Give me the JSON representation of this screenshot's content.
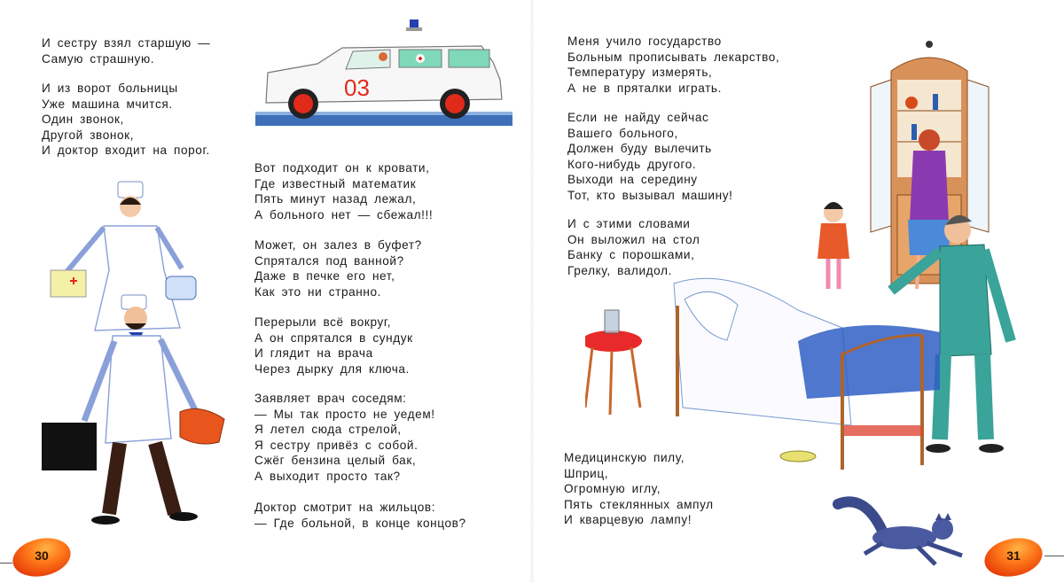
{
  "pages": {
    "left": {
      "number": "30",
      "stanzas": [
        {
          "lines": [
            "И сестру взял старшую —",
            "Самую страшную."
          ]
        },
        {
          "lines": [
            "И из ворот больницы",
            "Уже машина мчится.",
            "Один звонок,",
            "Другой звонок,",
            "И доктор входит на порог."
          ]
        },
        {
          "lines": [
            "Вот подходит он к кровати,",
            "Где известный математик",
            "Пять минут назад лежал,",
            "А больного нет — сбежал!!!"
          ]
        },
        {
          "lines": [
            "Может, он залез в буфет?",
            "Спрятался под ванной?",
            "Даже в печке его нет,",
            "Как это ни странно."
          ]
        },
        {
          "lines": [
            "Перерыли всё вокруг,",
            "А он спрятался в сундук",
            "И глядит на врача",
            "Через дырку для ключа."
          ]
        },
        {
          "lines": [
            "Заявляет врач соседям:",
            "— Мы так просто не уедем!",
            "Я летел сюда стрелой,",
            "Я сестру привёз с собой.",
            "Сжёг бензина целый бак,",
            "А выходит просто так?"
          ]
        },
        {
          "lines": [
            "Доктор смотрит на жильцов:",
            "— Где больной, в конце концов?"
          ]
        }
      ],
      "illustrations": {
        "ambulance": {
          "plate": "03"
        }
      }
    },
    "right": {
      "number": "31",
      "stanzas": [
        {
          "lines": [
            "Меня учило государство",
            "Больным прописывать лекарство,",
            "Температуру измерять,",
            "А не в пряталки играть."
          ]
        },
        {
          "lines": [
            "Если не найду сейчас",
            "Вашего больного,",
            "Должен буду вылечить",
            "Кого-нибудь другого.",
            "Выходи на середину",
            "Тот, кто вызывал машину!"
          ]
        },
        {
          "lines": [
            "И с этими словами",
            "Он выложил на стол",
            "Банку с порошками,",
            "Грелку, валидол."
          ]
        },
        {
          "lines": [
            "Медицинскую пилу,",
            "Шприц,",
            "Огромную иглу,",
            "Пять стеклянных ампул",
            "И кварцевую лампу!"
          ]
        }
      ]
    }
  },
  "colors": {
    "balloon": "#e8400a",
    "ambulance_red": "#e02a1a",
    "road_blue": "#3f6fb8",
    "pajama_teal": "#3aa39a",
    "quilt_blue": "#2f5fc4"
  }
}
